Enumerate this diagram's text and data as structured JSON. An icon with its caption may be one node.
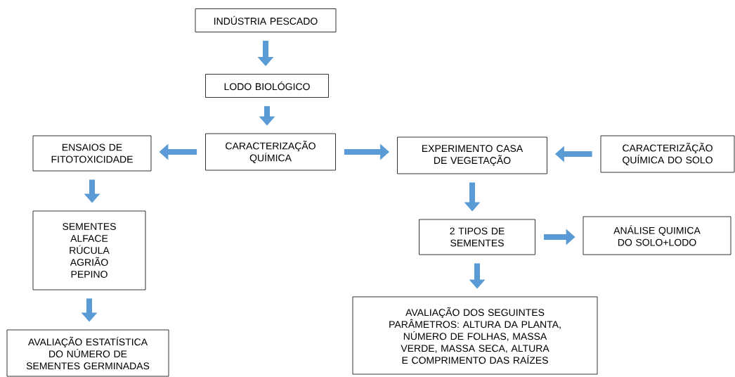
{
  "diagram": {
    "nodes": [
      {
        "text": [
          "INDÚSTRIA PESCADO"
        ]
      },
      {
        "text": [
          "LODO BIOLÓGICO"
        ]
      },
      {
        "text": [
          "CARACTERIZAÇÃO QUÍMICA"
        ]
      },
      {
        "text": [
          "ENSAIOS DE FITOTOXICIDADE"
        ]
      },
      {
        "text": [
          "EXPERIMENTO CASA DE VEGETAÇÃO"
        ]
      },
      {
        "text": [
          "CARACTERIZÃÇÃO QUÍMICA DO SOLO"
        ]
      },
      {
        "text": [
          "SEMENTES",
          "ALFACE",
          "RÚCULA",
          "AGRIÃO",
          "PEPINO"
        ]
      },
      {
        "text": [
          "2 TIPOS DE SEMENTES"
        ]
      },
      {
        "text": [
          "ANÁLISE QUIMICA DO SOLO+LODO"
        ]
      },
      {
        "text": [
          "AVALIAÇÃO ESTATÍSTICA DO NÚMERO DE SEMENTES GERMINADAS"
        ]
      },
      {
        "text": [
          "AVALIAÇÃO DOS SEGUINTES PARÂMETROS: ALTURA DA PLANTA, NÚMERO DE FOLHAS, MASSA VERDE, MASSA SECA, ALTURA E COMPRIMENTO DAS RAÍZES"
        ]
      }
    ],
    "edges": [
      {
        "from": 0,
        "to": 1,
        "arrow": "to"
      },
      {
        "from": 1,
        "to": 2,
        "arrow": "to"
      },
      {
        "from": 2,
        "to": 3,
        "arrow": "to"
      },
      {
        "from": 2,
        "to": 4,
        "arrow": "to"
      },
      {
        "from": 5,
        "to": 4,
        "arrow": "to"
      },
      {
        "from": 3,
        "to": 6,
        "arrow": "to"
      },
      {
        "from": 4,
        "to": 7,
        "arrow": "to"
      },
      {
        "from": 7,
        "to": 8,
        "arrow": "to"
      },
      {
        "from": 7,
        "to": 10,
        "arrow": "to"
      },
      {
        "from": 6,
        "to": 9,
        "arrow": "to"
      }
    ]
  }
}
